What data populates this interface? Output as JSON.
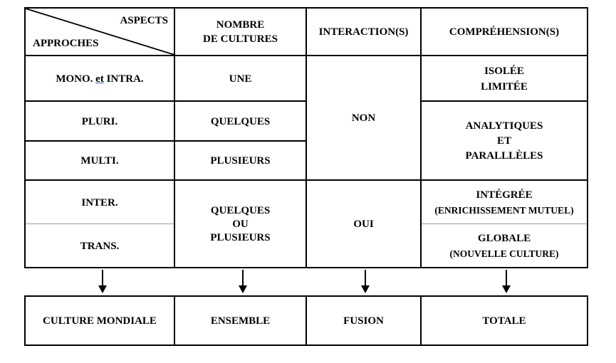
{
  "header": {
    "aspects": "ASPECTS",
    "approches": "APPROCHES",
    "nombre_line1": "NOMBRE",
    "nombre_line2": "DE CULTURES",
    "interaction": "INTERACTION(S)",
    "comprehension": "COMPRÉHENSION(S)"
  },
  "rows": {
    "mono": {
      "prefix": "MONO.",
      "connector": "et",
      "suffix": "INTRA."
    },
    "pluri": "PLURI.",
    "multi": "MULTI.",
    "inter": "INTER.",
    "trans": "TRANS."
  },
  "nombre": {
    "une": "UNE",
    "quelques": "QUELQUES",
    "plusieurs": "PLUSIEURS",
    "merged_line1": "QUELQUES",
    "merged_line2": "OU",
    "merged_line3": "PLUSIEURS"
  },
  "interaction": {
    "non": "NON",
    "oui": "OUI"
  },
  "comprehension": {
    "isolee": "ISOLÉE",
    "limitee": "LIMITÉE",
    "analytiques": "ANALYTIQUES",
    "et": "ET",
    "paralleles": "PARALLLÈLES",
    "integree": "INTÉGRÉE",
    "enrichissement": "(ENRICHISSEMENT MUTUEL)",
    "globale": "GLOBALE",
    "nouvelle": "(NOUVELLE CULTURE)"
  },
  "results": {
    "culture": "CULTURE MONDIALE",
    "ensemble": "ENSEMBLE",
    "fusion": "FUSION",
    "totale": "TOTALE"
  }
}
